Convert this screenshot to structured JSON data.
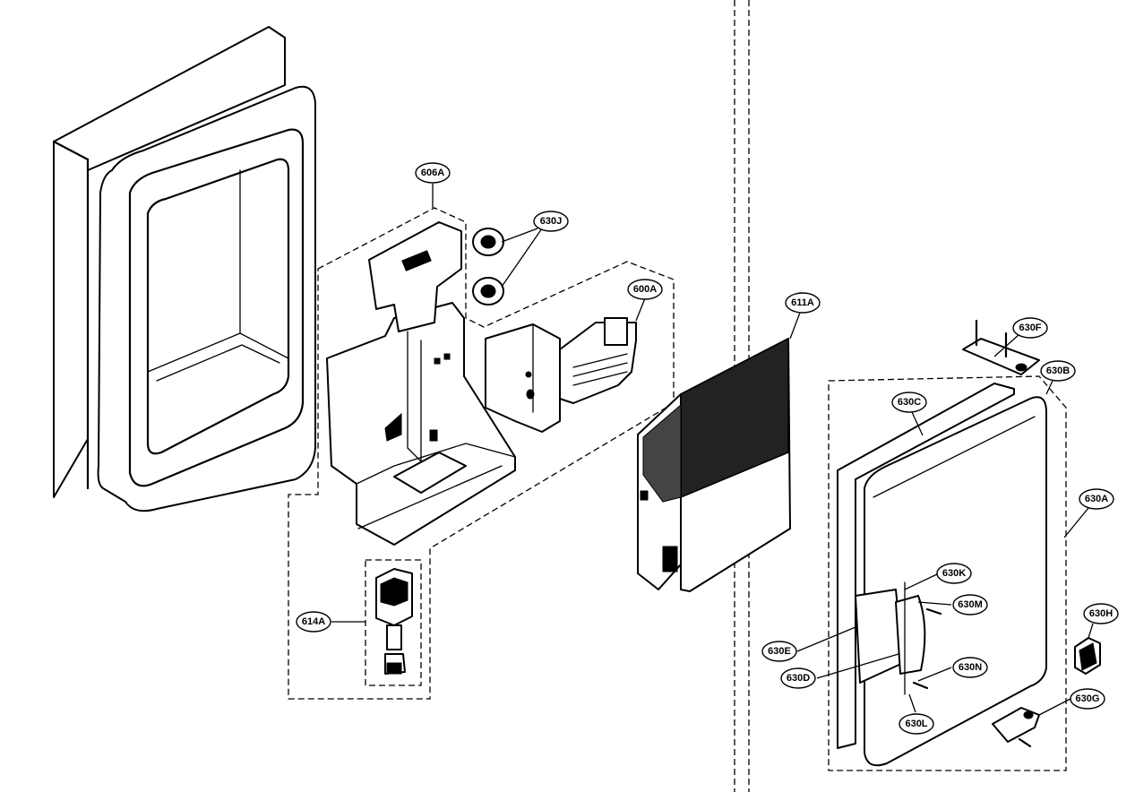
{
  "callouts": [
    {
      "id": "c-606A",
      "label": "606A"
    },
    {
      "id": "c-630J",
      "label": "630J"
    },
    {
      "id": "c-600A",
      "label": "600A"
    },
    {
      "id": "c-611A",
      "label": "611A"
    },
    {
      "id": "c-630F",
      "label": "630F"
    },
    {
      "id": "c-630B",
      "label": "630B"
    },
    {
      "id": "c-630C",
      "label": "630C"
    },
    {
      "id": "c-630A",
      "label": "630A"
    },
    {
      "id": "c-630K",
      "label": "630K"
    },
    {
      "id": "c-630M",
      "label": "630M"
    },
    {
      "id": "c-630H",
      "label": "630H"
    },
    {
      "id": "c-630E",
      "label": "630E"
    },
    {
      "id": "c-630N",
      "label": "630N"
    },
    {
      "id": "c-630D",
      "label": "630D"
    },
    {
      "id": "c-630G",
      "label": "630G"
    },
    {
      "id": "c-630L",
      "label": "630L"
    },
    {
      "id": "c-614A",
      "label": "614A"
    }
  ],
  "colors": {
    "line": "#000000",
    "background": "#ffffff"
  }
}
